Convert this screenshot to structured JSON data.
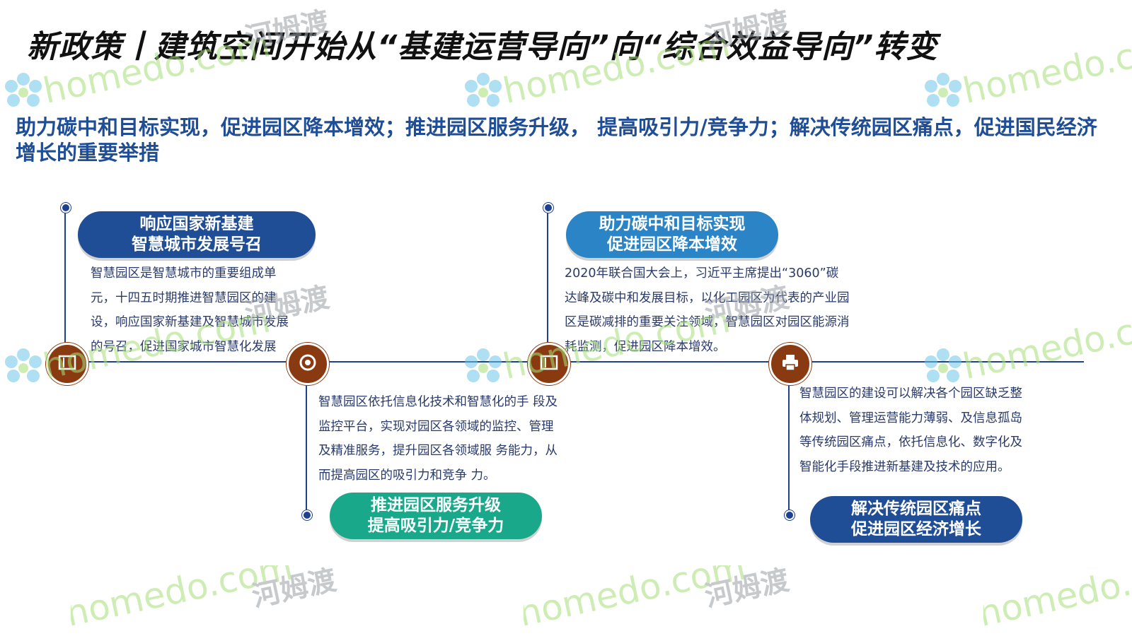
{
  "title": "新政策丨建筑空间开始从“基建运营导向”向“综合效益导向”转变",
  "subtitle": "助力碳中和目标实现，促进园区降本增效；推进园区服务升级，  提高吸引力/竞争力；解决传统园区痛点，促进国民经济增长的重要举措",
  "colors": {
    "title": "#111111",
    "subtitle": "#1f4e96",
    "timeline": "#1f3f8f",
    "node": "#8a3a10",
    "pill_dark_blue": "#1f4e96",
    "pill_light_blue": "#2a84c6",
    "pill_teal": "#1aa88a",
    "desc_text": "#2a3b6b"
  },
  "stages": [
    {
      "pill_line1": "响应国家新基建",
      "pill_line2": "智慧城市发展号召",
      "desc": [
        "智慧园区是智慧城市的重要组成单",
        "元，十四五时期推进智慧园区的建",
        "设，响应国家新基建及智慧城市发展",
        "的号召，促进国家城市智慧化发展"
      ],
      "icon": "document-icon"
    },
    {
      "pill_line1": "推进园区服务升级",
      "pill_line2": "提高吸引力/竞争力",
      "desc": [
        "智慧园区依托信息化技术和智慧化的手 段及",
        "监控平台，实现对园区各领域的监控、管理",
        "及精准服务，提升园区各领域服 务能力，从",
        "而提高园区的吸引力和竞争 力。"
      ],
      "icon": "target-icon"
    },
    {
      "pill_line1": "助力碳中和目标实现",
      "pill_line2": "促进园区降本增效",
      "desc": [
        "2020年联合国大会上，习近平主席提出“3060”碳",
        "达峰及碳中和发展目标，以化工园区为代表的产业园",
        "区是碳减排的重要关注领域，智慧园区对园区能源消",
        "耗监测，促进园区降本增效。"
      ],
      "icon": "document-icon"
    },
    {
      "pill_line1": "解决传统园区痛点",
      "pill_line2": "促进园区经济增长",
      "desc": [
        "智慧园区的建设可以解决各个园区缺乏整",
        "体规划、管理运营能力薄弱、及信息孤岛",
        "等传统园区痛点，依托信息化、数字化及",
        "智能化手段推进新基建及技术的应用。"
      ],
      "icon": "printer-icon"
    }
  ],
  "watermark": {
    "brand": "homedo.com",
    "cn": "河姆渡"
  }
}
